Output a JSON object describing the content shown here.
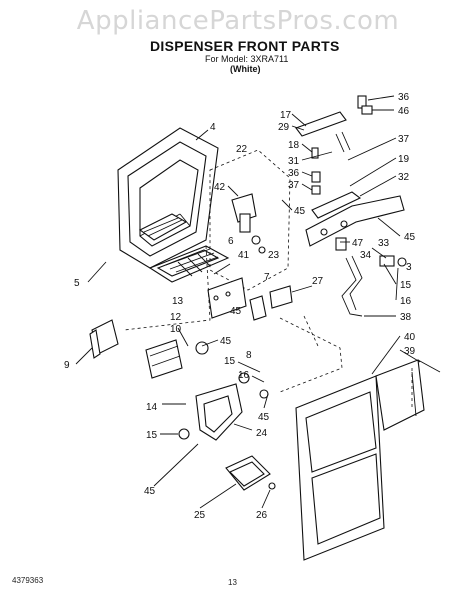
{
  "watermark": "AppliancePartsPros.com",
  "title": "DISPENSER FRONT PARTS",
  "model_line": "For Model: 3XRA711",
  "variant": "(White)",
  "doc_number": "4379363",
  "page_number": "13",
  "callouts": [
    "36",
    "46",
    "17",
    "29",
    "4",
    "37",
    "18",
    "31",
    "19",
    "22",
    "36",
    "37",
    "42",
    "45",
    "32",
    "45",
    "47",
    "33",
    "6",
    "34",
    "23",
    "41",
    "3",
    "5",
    "7",
    "27",
    "15",
    "16",
    "13",
    "45",
    "38",
    "12",
    "45",
    "10",
    "8",
    "40",
    "39",
    "9",
    "15",
    "16",
    "45",
    "14",
    "24",
    "15",
    "45",
    "25",
    "26"
  ]
}
